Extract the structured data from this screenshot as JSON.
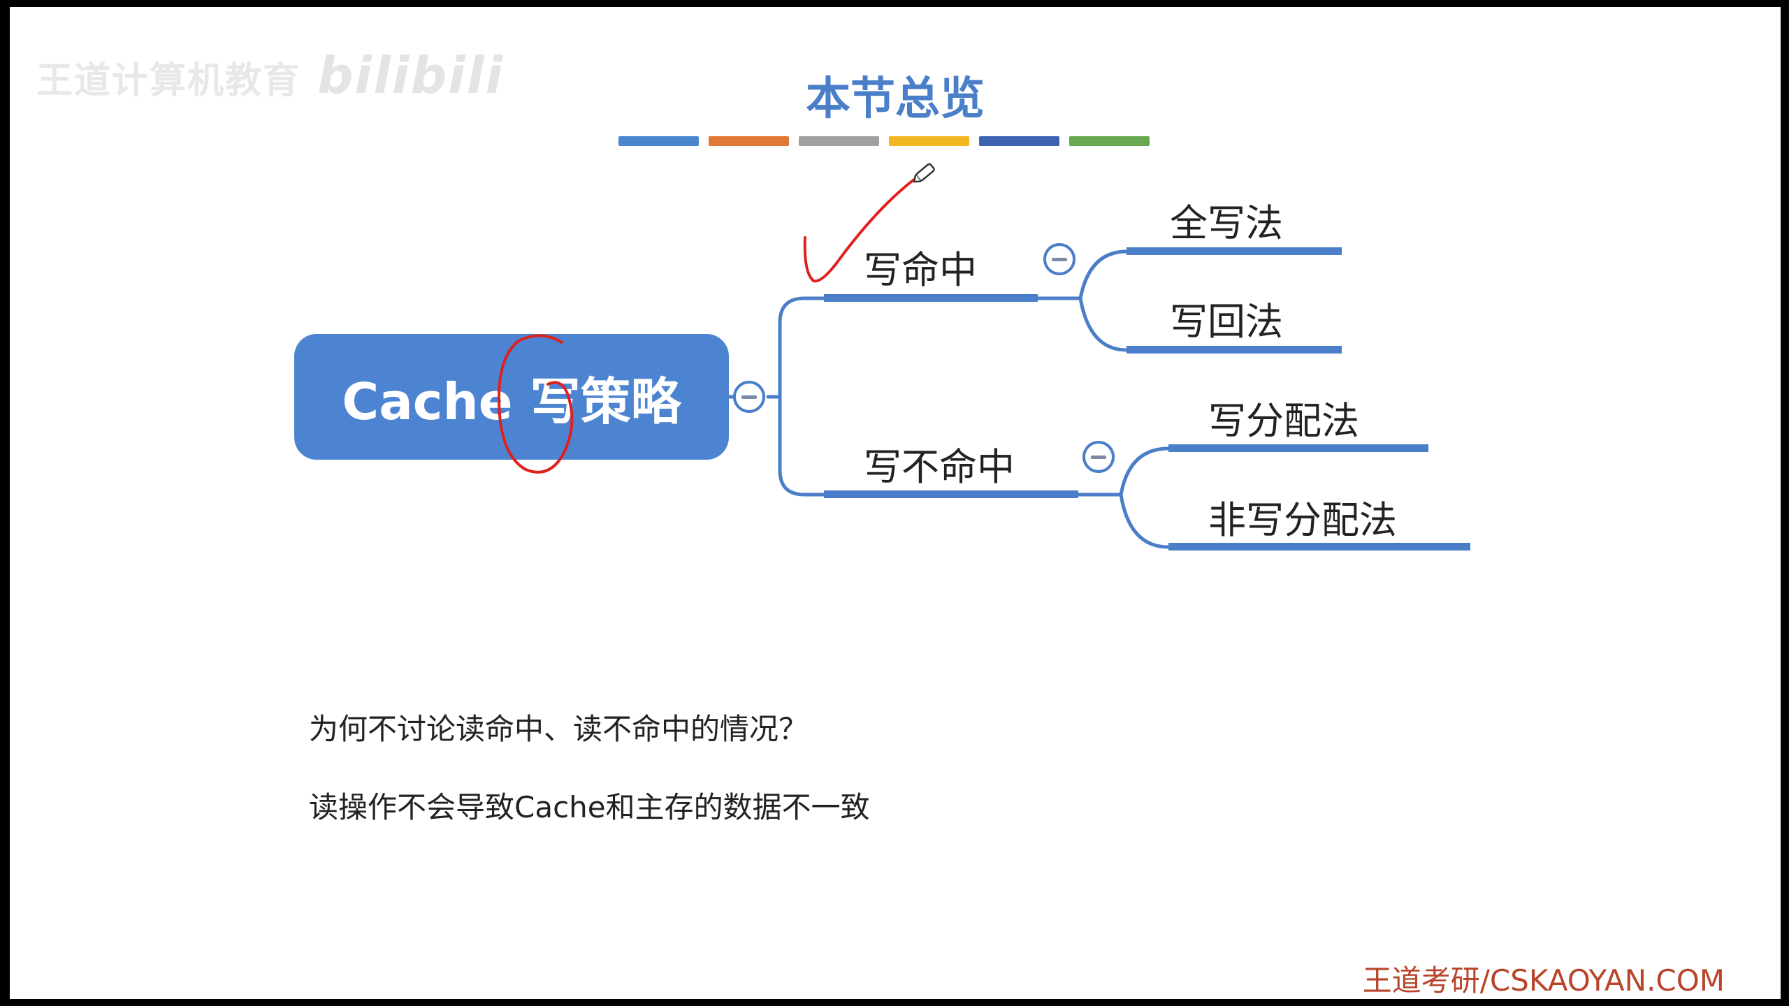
{
  "watermark": {
    "text": "王道计算机教育",
    "logo": "bilibili"
  },
  "title": "本节总览",
  "title_color": "#4a7ec8",
  "color_bars": [
    "#4a86cc",
    "#e07836",
    "#a0a0a0",
    "#f3b724",
    "#3d62b2",
    "#6aa84f"
  ],
  "mindmap": {
    "root": "Cache 写策略",
    "branches": [
      {
        "label": "写命中",
        "children": [
          "全写法",
          "写回法"
        ]
      },
      {
        "label": "写不命中",
        "children": [
          "写分配法",
          "非写分配法"
        ]
      }
    ]
  },
  "question": "为何不讨论读命中、读不命中的情况？",
  "answer": "读操作不会导致Cache和主存的数据不一致",
  "footer": "王道考研/CSKAOYAN.COM",
  "annotation_color": "#e0201c",
  "line_color": "#4a7ec8"
}
